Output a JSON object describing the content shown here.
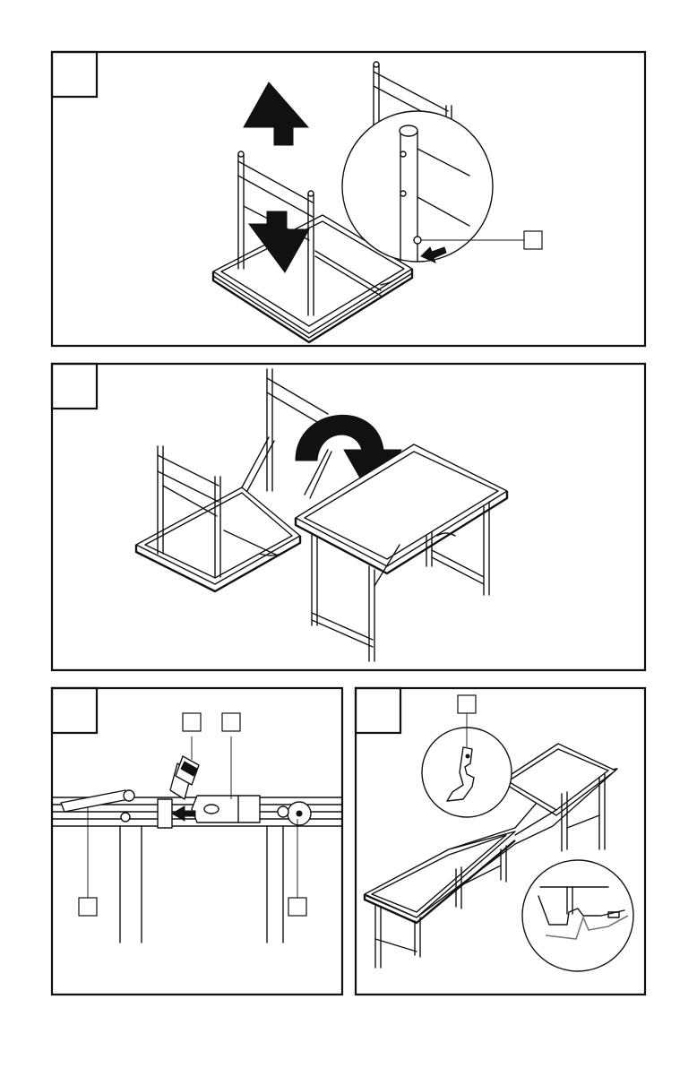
{
  "figures": [
    {
      "id": "fig-a",
      "step_label": "",
      "callouts": [
        ""
      ]
    },
    {
      "id": "fig-b",
      "step_label": ""
    },
    {
      "id": "fig-c",
      "step_label": "",
      "callouts": [
        "",
        "",
        "",
        ""
      ]
    },
    {
      "id": "fig-d",
      "step_label": "",
      "callouts": [
        ""
      ]
    }
  ],
  "icons": {
    "up_arrow": "double-headed-up-arrow-icon",
    "down_arrow": "double-headed-down-arrow-icon",
    "rotate_arrow": "curved-flip-arrow-icon",
    "push_arrow": "push-arrow-icon"
  },
  "colors": {
    "line": "#111111",
    "background": "#ffffff",
    "detail_grey": "#777777"
  }
}
